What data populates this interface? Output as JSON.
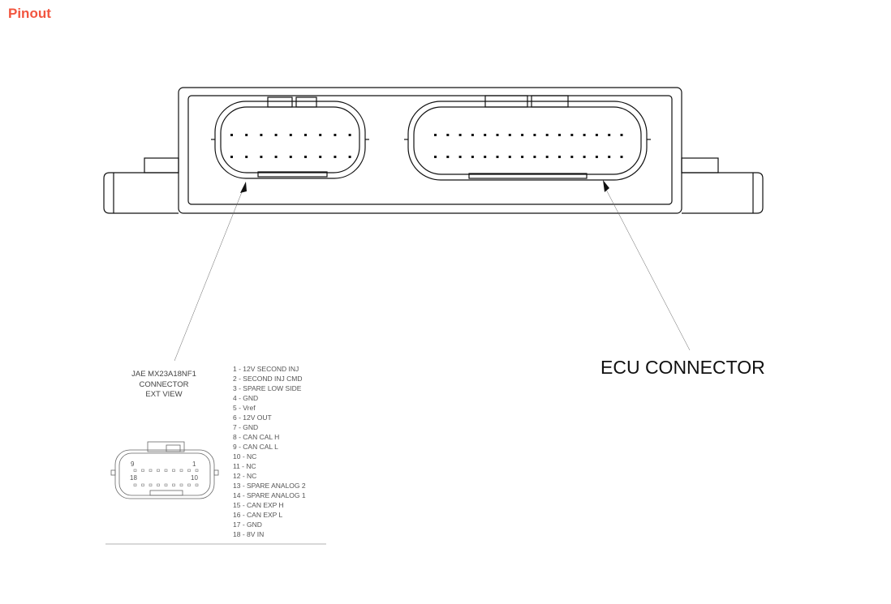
{
  "header": {
    "title": "Pinout"
  },
  "diagram": {
    "ecu_label": "ECU CONNECTOR",
    "connector_title": [
      "JAE MX23A18NF1",
      "CONNECTOR",
      "EXT VIEW"
    ],
    "connector_pin_labels": {
      "top_left": "9",
      "top_right": "1",
      "bottom_left": "18",
      "bottom_right": "10"
    },
    "pins": [
      "1 - 12V SECOND INJ",
      "2 - SECOND INJ CMD",
      "3 - SPARE LOW SIDE",
      "4 - GND",
      "5 - Vref",
      "6 - 12V OUT",
      "7 - GND",
      "8 - CAN CAL H",
      "9 - CAN CAL L",
      "10 - NC",
      "11 - NC",
      "12 - NC",
      "13 - SPARE ANALOG 2",
      "14 - SPARE ANALOG 1",
      "15 - CAN EXP H",
      "16 - CAN EXP L",
      "17 - GND",
      "18 - 8V IN"
    ]
  },
  "colors": {
    "title": "#f2553f"
  }
}
